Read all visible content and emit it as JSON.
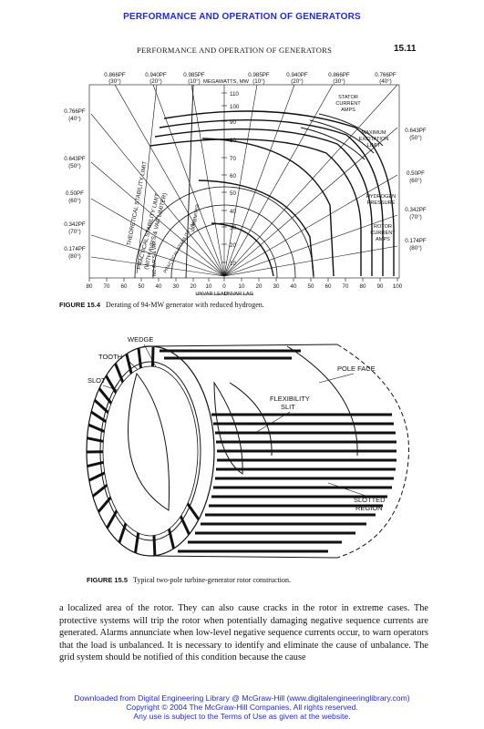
{
  "banner": "PERFORMANCE AND OPERATION OF GENERATORS",
  "running_head": "PERFORMANCE AND OPERATION OF GENERATORS",
  "page_number": "15.11",
  "figure1": {
    "top_labels": [
      {
        "pf": "0.866PF",
        "angle": "(30°)"
      },
      {
        "pf": "0.940PF",
        "angle": "(20°)"
      },
      {
        "pf": "0.985PF",
        "angle": "(10°)"
      },
      {
        "pf": "0.985PF",
        "angle": "(10°)"
      },
      {
        "pf": "0.940PF",
        "angle": "(20°)"
      },
      {
        "pf": "0.866PF",
        "angle": "(30°)"
      },
      {
        "pf": "0.766PF",
        "angle": "(40°)"
      }
    ],
    "megawatts_label": "MEGAWATTS, MW",
    "left_labels": [
      {
        "pf": "0.766PF",
        "angle": "(40°)"
      },
      {
        "pf": "0.643PF",
        "angle": "(50°)"
      },
      {
        "pf": "0.50PF",
        "angle": "(60°)"
      },
      {
        "pf": "0.342PF",
        "angle": "(70°)"
      },
      {
        "pf": "0.174PF",
        "angle": "(80°)"
      }
    ],
    "right_labels": [
      {
        "pf": "0.643PF",
        "angle": "(50°)"
      },
      {
        "pf": "0.50PF",
        "angle": "(60°)"
      },
      {
        "pf": "0.342PF",
        "angle": "(70°)"
      },
      {
        "pf": "0.174PF",
        "angle": "(80°)"
      }
    ],
    "y_ticks": [
      "110",
      "100",
      "90",
      "80",
      "70",
      "60",
      "50",
      "40",
      "30",
      "20",
      "10"
    ],
    "x_ticks": [
      "80",
      "70",
      "60",
      "50",
      "40",
      "30",
      "20",
      "10",
      "0",
      "10",
      "20",
      "30",
      "40",
      "50",
      "60",
      "70",
      "80",
      "90",
      "100"
    ],
    "x_axis_lead": "UNVAR LEAD",
    "x_axis_lag": "UNVAR LAG",
    "annotations": {
      "stator_current": [
        "STATOR",
        "CURRENT",
        "AMPS"
      ],
      "max_excitation": [
        "MAXIMUM",
        "EXCITATION",
        "LIMIT"
      ],
      "hydrogen_pressure": [
        "HYDROGEN",
        "PRESSURE"
      ],
      "rotor_current": [
        "ROTOR",
        "CURRENT",
        "AMPS"
      ],
      "theoretical": "THEORETICAL STABILITY LIMIT",
      "practical1": "PRACTICAL STABILITY LIMIT",
      "practical2": "(WITH AVR'S & VAR LIMITER)",
      "practical3": "PRACTICAL STABILITY LIMIT",
      "var_limiter": "VAR LIMITER",
      "no_avr": "NO AVR'S & VAR"
    },
    "caption_label": "FIGURE 15.4",
    "caption_text": "Derating of 94-MW generator with reduced hydrogen."
  },
  "figure2": {
    "labels": {
      "wedge": "WEDGE",
      "tooth": "TOOTH",
      "slot": "SLOT",
      "pole_face": "POLE FACE",
      "flex_slit": "FLEXIBILITY",
      "flex_slit2": "SLIT",
      "slotted": "SLOTTED",
      "slotted2": "REGION"
    },
    "caption_label": "FIGURE 15.5",
    "caption_text": "Typical two-pole turbine-generator rotor construction."
  },
  "body_text": "a localized area of the rotor. They can also cause cracks in the rotor in extreme cases. The protective systems will trip the rotor when potentially damaging negative sequence currents are generated. Alarms annunciate when low-level negative sequence currents occur, to warn operators that the load is unbalanced. It is necessary to identify and eliminate the cause of unbalance. The grid system should be notified of this condition because the cause",
  "footer": {
    "line1": "Downloaded from Digital Engineering Library @ McGraw-Hill (www.digitalengineeringlibrary.com)",
    "line2": "Copyright © 2004 The McGraw-Hill Companies. All rights reserved.",
    "line3": "Any use is subject to the Terms of Use as given at the website."
  }
}
